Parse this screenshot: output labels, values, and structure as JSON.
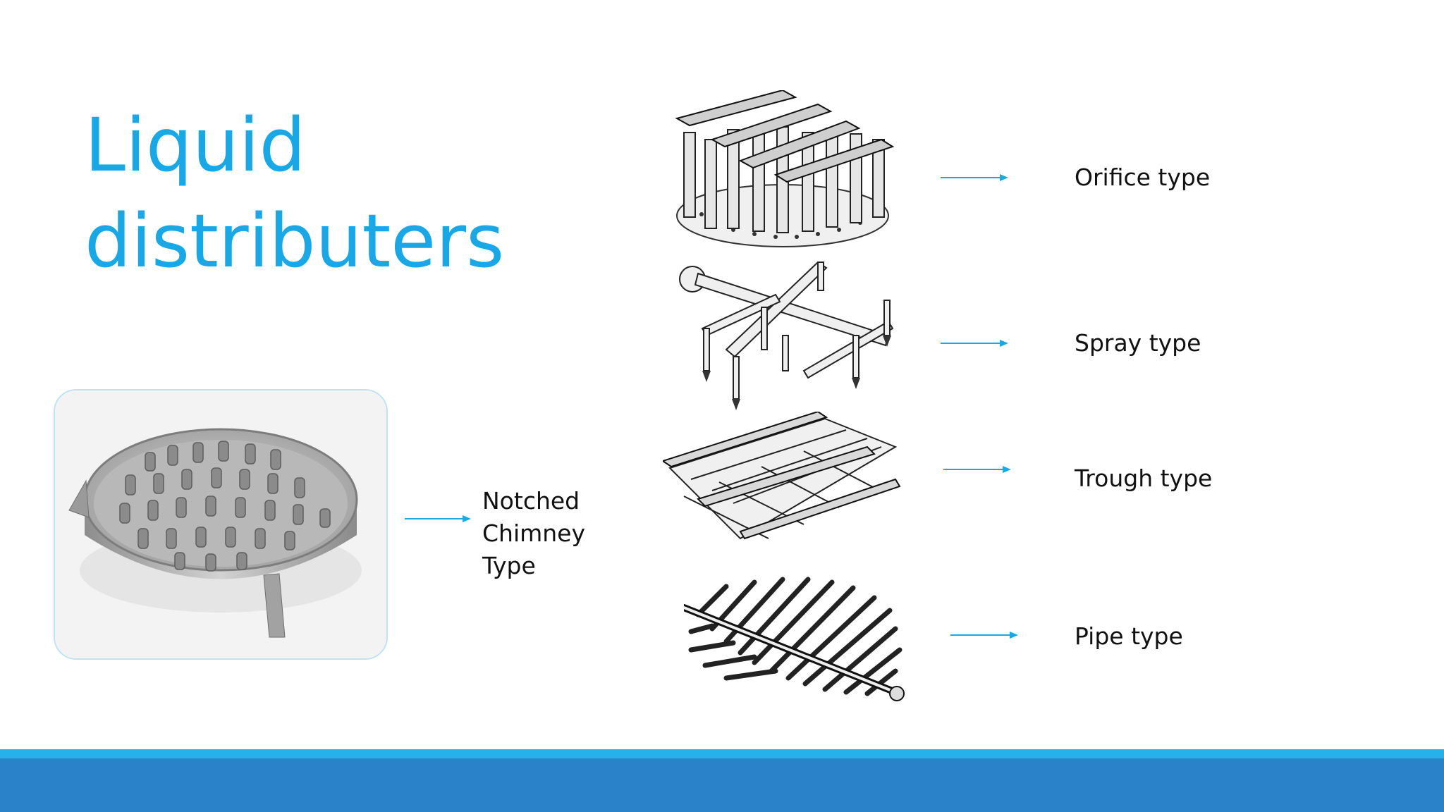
{
  "title": {
    "line1": "Liquid",
    "line2": "distributers"
  },
  "labels": {
    "orifice": "Orifice type",
    "spray": "Spray type",
    "trough": "Trough type",
    "pipe": "Pipe type",
    "notched_line1": "Notched",
    "notched_line2": "Chimney",
    "notched_line3": "Type"
  },
  "colors": {
    "title": "#1aa7e6",
    "arrow": "#1aa7e6",
    "footer_light": "#25b1ea",
    "footer_dark": "#2a83c9"
  }
}
